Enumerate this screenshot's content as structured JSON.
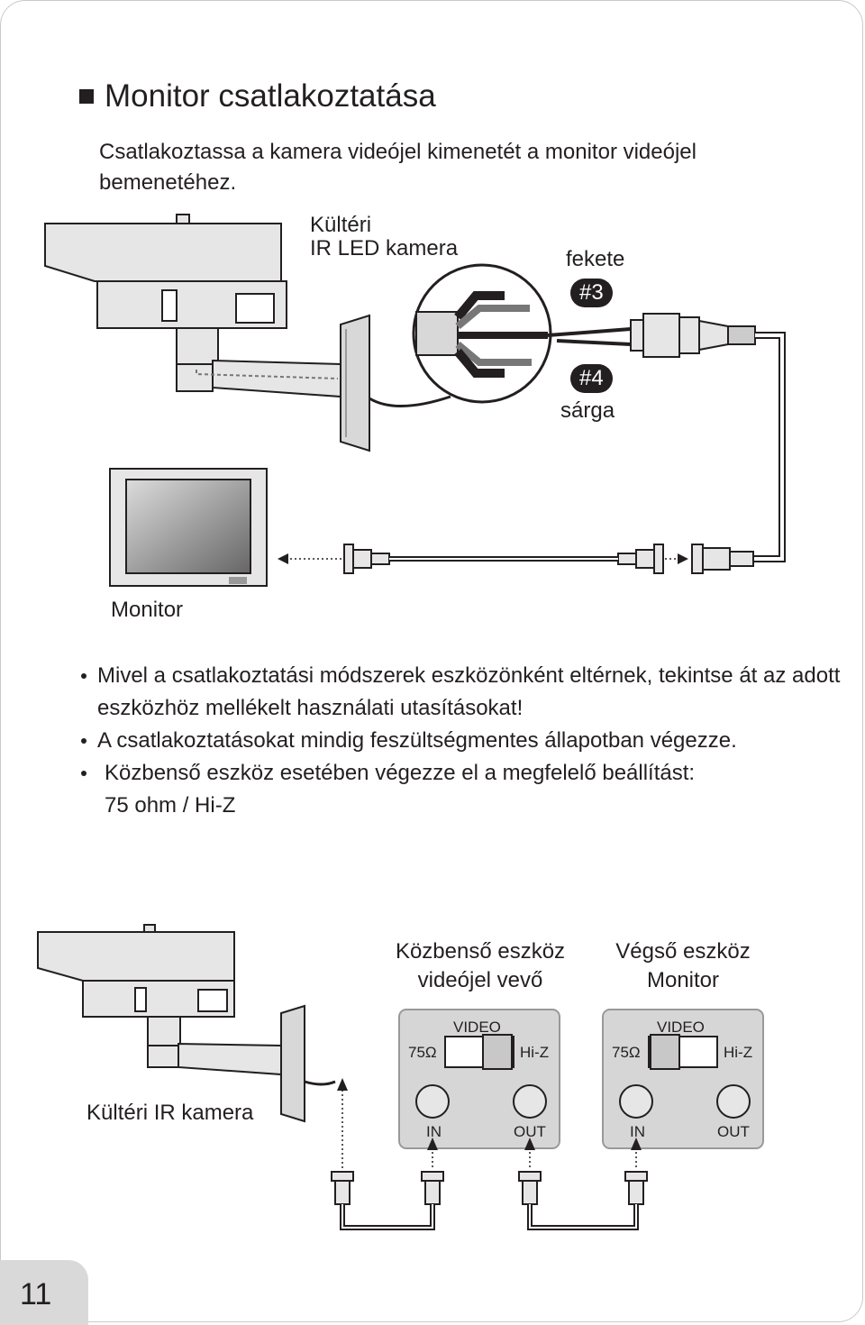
{
  "page": {
    "heading": "Monitor csatlakoztatása",
    "intro": "Csatlakoztassa a kamera videójel kimenetét a monitor videójel bemenetéhez.",
    "page_number": "11"
  },
  "diagram1": {
    "camera_label_line1": "Kültéri",
    "camera_label_line2": "IR LED kamera",
    "wire_black_label": "fekete",
    "wire_black_badge": "#3",
    "wire_yellow_badge": "#4",
    "wire_yellow_label": "sárga",
    "monitor_label": "Monitor"
  },
  "notes": [
    "Mivel a csatlakoztatási módszerek eszközönként eltérnek, tekintse át az adott eszközhöz mellékelt használati utasításokat!",
    "A csatlakoztatásokat mindig feszültségmentes állapotban végezze.",
    "Közbenső eszköz esetében végezze el a megfelelő beállítást:",
    "75 ohm / Hi-Z"
  ],
  "diagram2": {
    "camera_label": "Kültéri IR kamera",
    "device1_title_line1": "Közbenső eszköz",
    "device1_title_line2": "videójel vevő",
    "device2_title_line1": "Végső eszköz",
    "device2_title_line2": "Monitor",
    "panel_video": "VIDEO",
    "panel_75": "75Ω",
    "panel_hiz": "Hi-Z",
    "panel_in": "IN",
    "panel_out": "OUT"
  },
  "colors": {
    "ink": "#231f20",
    "camera_fill": "#e6e6e6",
    "panel_fill": "#d6d6d6",
    "screen_gradient_start": "#d8d8d8",
    "screen_gradient_end": "#6a6a6a"
  }
}
